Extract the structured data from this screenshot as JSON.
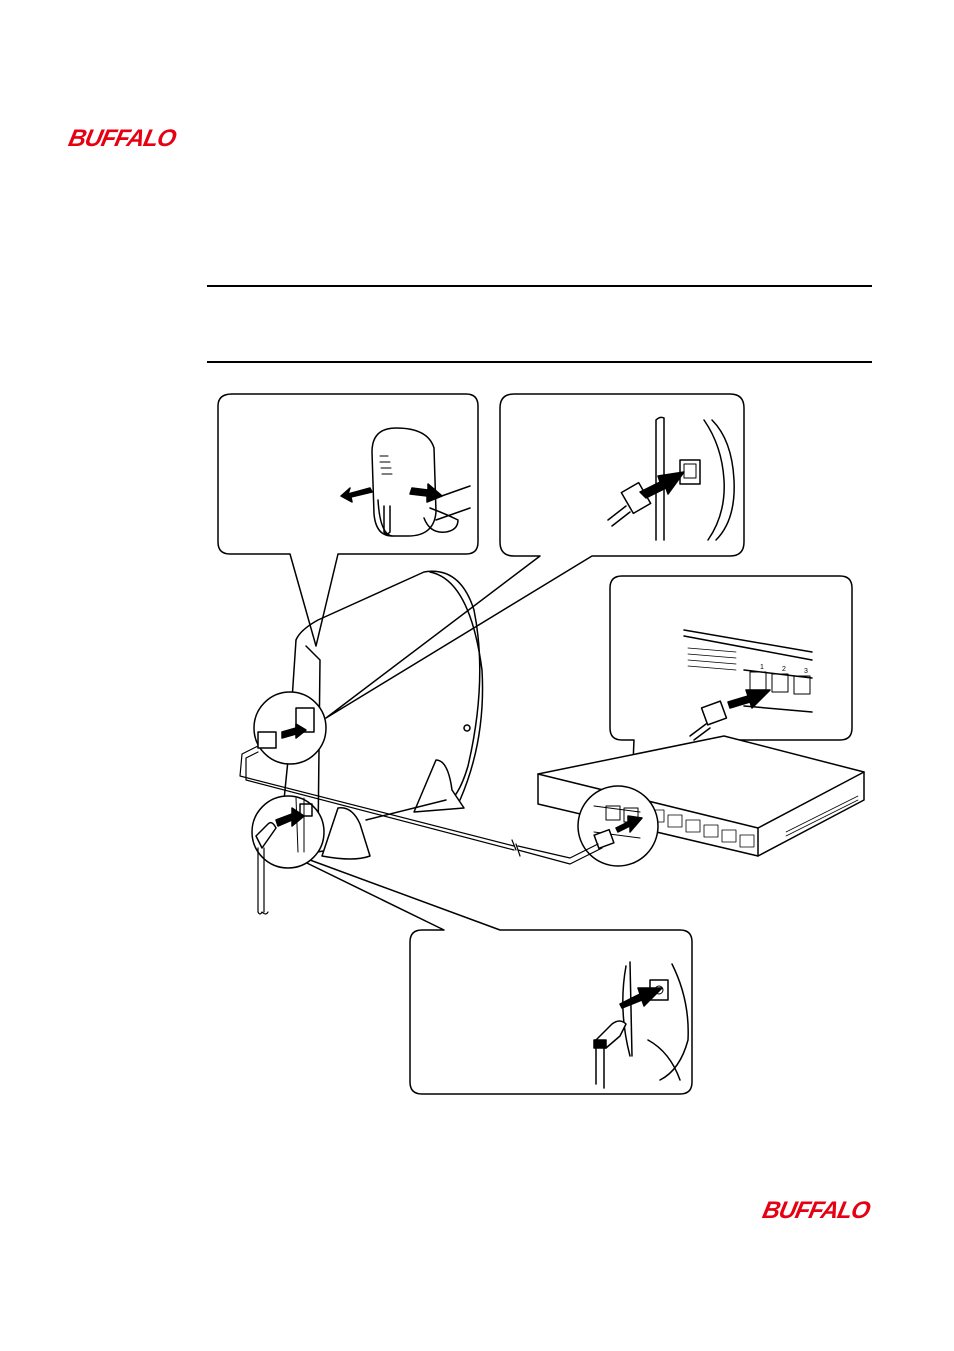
{
  "brand": {
    "logo_text": "BUFFALO",
    "color": "#e60012"
  },
  "diagram": {
    "callouts": [
      "antenna-cover",
      "lan-port-detail",
      "hub-port-detail",
      "power-port-detail"
    ],
    "hub_port_labels": [
      "1",
      "2",
      "3"
    ]
  }
}
